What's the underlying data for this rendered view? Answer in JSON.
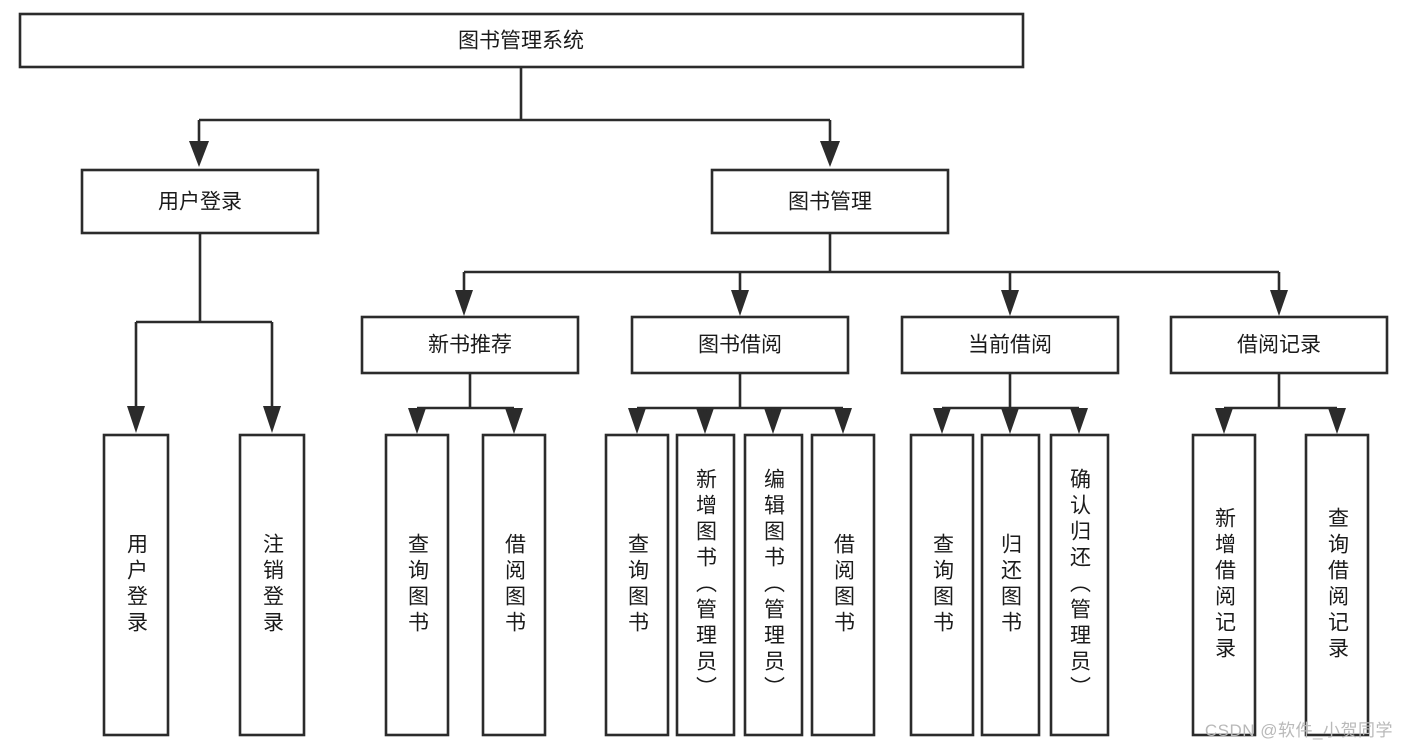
{
  "diagram": {
    "title": "图书管理系统",
    "type": "hierarchy-tree",
    "watermark": "CSDN @软件_小贺同学",
    "colors": {
      "box_stroke": "#2b2b2b",
      "box_fill": "#ffffff",
      "text": "#1b1b1b",
      "background": "#ffffff",
      "watermark": "#b9b9b9"
    },
    "root": {
      "label": "图书管理系统"
    },
    "level2": [
      {
        "label": "用户登录"
      },
      {
        "label": "图书管理"
      }
    ],
    "level3": [
      {
        "label": "新书推荐"
      },
      {
        "label": "图书借阅"
      },
      {
        "label": "当前借阅"
      },
      {
        "label": "借阅记录"
      }
    ],
    "leaves_user_login": [
      {
        "label": "用户登录"
      },
      {
        "label": "注销登录"
      }
    ],
    "leaves_new_book": [
      {
        "label": "查询图书"
      },
      {
        "label": "借阅图书"
      }
    ],
    "leaves_borrow": [
      {
        "label": "查询图书"
      },
      {
        "label": "新增图书（管理员）"
      },
      {
        "label": "编辑图书（管理员）"
      },
      {
        "label": "借阅图书"
      }
    ],
    "leaves_current": [
      {
        "label": "查询图书"
      },
      {
        "label": "归还图书"
      },
      {
        "label": "确认归还（管理员）"
      }
    ],
    "leaves_records": [
      {
        "label": "新增借阅记录"
      },
      {
        "label": "查询借阅记录"
      }
    ]
  }
}
